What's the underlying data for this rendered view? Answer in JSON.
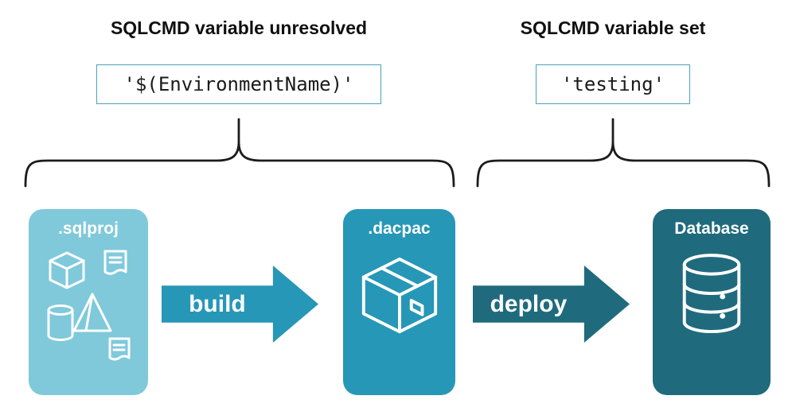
{
  "colors": {
    "light_teal": "#7fc9db",
    "mid_teal": "#2697b6",
    "dark_teal": "#1f6b7d",
    "border_teal": "#4aa3b8"
  },
  "left_group": {
    "heading": "SQLCMD variable unresolved",
    "code": "'$(EnvironmentName)'"
  },
  "right_group": {
    "heading": "SQLCMD variable set",
    "code": "'testing'"
  },
  "nodes": [
    {
      "label": ".sqlproj",
      "icon": "sqlproj-shapes-icon"
    },
    {
      "label": ".dacpac",
      "icon": "package-box-icon"
    },
    {
      "label": "Database",
      "icon": "database-cylinder-icon"
    }
  ],
  "arrows": [
    {
      "label": "build"
    },
    {
      "label": "deploy"
    }
  ]
}
